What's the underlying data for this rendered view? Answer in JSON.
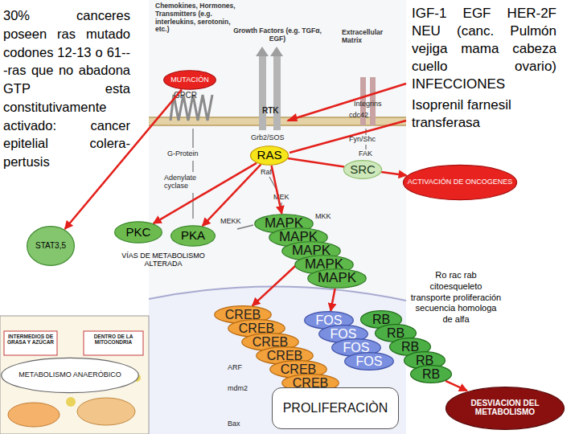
{
  "diagram": {
    "nodes": [
      {
        "text": [
          "MUTACIÓN"
        ]
      },
      {
        "text": [
          "RAS"
        ]
      },
      {
        "text": [
          "SRC"
        ]
      },
      {
        "text": [
          "ACTIVACIÓN DE ONCOGENES"
        ]
      },
      {
        "text": [
          "STAT3,5"
        ]
      },
      {
        "text": [
          "PKC"
        ]
      },
      {
        "text": [
          "PKA"
        ]
      },
      {
        "text": [
          "MAPK"
        ]
      },
      {
        "text": [
          "MAPK"
        ]
      },
      {
        "text": [
          "MAPK"
        ]
      },
      {
        "text": [
          "MAPK"
        ]
      },
      {
        "text": [
          "MAPK"
        ]
      },
      {
        "text": [
          "CREB"
        ]
      },
      {
        "text": [
          "CREB"
        ]
      },
      {
        "text": [
          "CREB"
        ]
      },
      {
        "text": [
          "CREB"
        ]
      },
      {
        "text": [
          "CREB"
        ]
      },
      {
        "text": [
          "CREB"
        ]
      },
      {
        "text": [
          "FOS"
        ]
      },
      {
        "text": [
          "FOS"
        ]
      },
      {
        "text": [
          "FOS"
        ]
      },
      {
        "text": [
          "FOS"
        ]
      },
      {
        "text": [
          "RB"
        ]
      },
      {
        "text": [
          "RB"
        ]
      },
      {
        "text": [
          "RB"
        ]
      },
      {
        "text": [
          "RB"
        ]
      },
      {
        "text": [
          "RB"
        ]
      },
      {
        "text": [
          "PROLIFERACIÒN"
        ]
      },
      {
        "text": [
          "DESVIACION DEL METABOLISMO"
        ]
      },
      {
        "text": [
          "METABOLISMO ANAERÓBICO"
        ]
      }
    ],
    "edges": [
      {
        "from": 0,
        "to": 4,
        "arrow": "to"
      },
      {
        "from": 1,
        "to": 5,
        "arrow": "to"
      },
      {
        "from": 1,
        "to": 6,
        "arrow": "to"
      },
      {
        "from": 1,
        "to": 7,
        "arrow": "to"
      },
      {
        "from": 1,
        "to": 2,
        "arrow": "none"
      },
      {
        "from": 2,
        "to": 3,
        "arrow": "to"
      },
      {
        "from": 9,
        "to": 12,
        "arrow": "to"
      },
      {
        "from": 11,
        "to": 18,
        "arrow": "to"
      },
      {
        "from": 14,
        "to": 27,
        "arrow": "to"
      },
      {
        "from": 26,
        "to": 28,
        "arrow": "to"
      }
    ],
    "labels": [
      "30% canceres poseen ras mutado codones 12-13 o 61---ras que no abadona GTP esta constitutivamente activado: cancer epitelial colera-pertusis",
      "IGF-1 EGF HER-2F NEU (canc. Pulmón vejiga mama cabeza cuello ovario) INFECCIONES",
      "Isoprenil farnesil transferasa",
      "VÍAS DE METABOLISMO ALTERADA",
      "Ro rac rab citoesqueleto transporte proliferación secuencia homologa de alfa",
      "Chemokines, Hormones, Transmitters (e.g. interleukins, serotonin, etc.)",
      "Growth Factors (e.g. TGFα, EGF)",
      "Extracellular Matrix",
      "GPCR",
      "RTK",
      "Integrins",
      "cdc42",
      "Grb2/SOS",
      "Fyn/Shc",
      "G-Protein",
      "FAK",
      "Raf",
      "Adenylate cyclase",
      "MEK",
      "MEKK",
      "MKK",
      "ARF",
      "mdm2",
      "Bax",
      "INTERMEDIOS DE GRASA Y AZÚCAR",
      "DENTRO DE LA MITOCONDRIA"
    ]
  }
}
